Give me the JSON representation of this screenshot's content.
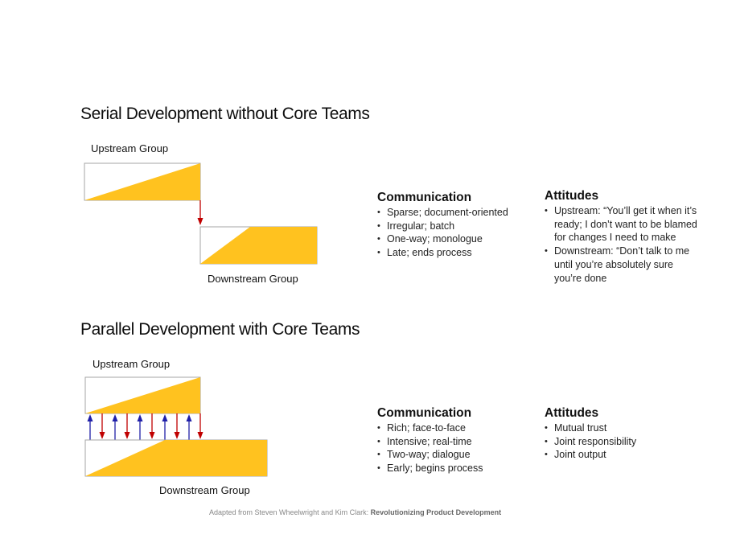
{
  "colors": {
    "fill": "#FFC21F",
    "border": "#A6A6A6",
    "arrow_down": "#C00000",
    "arrow_up": "#1F1FA8",
    "text": "#111111",
    "footer_text": "#888888"
  },
  "serial": {
    "title": "Serial Development without Core Teams",
    "upstream_label": "Upstream Group",
    "downstream_label": "Downstream Group",
    "communication": {
      "heading": "Communication",
      "items": [
        "Sparse; document-oriented",
        "Irregular; batch",
        "One-way; monologue",
        "Late; ends process"
      ]
    },
    "attitudes": {
      "heading": "Attitudes",
      "items": [
        "Upstream: “You’ll get it when it’s ready; I don’t want to be blamed for changes I need to make",
        "Downstream: “Don’t talk to me until you’re absolutely sure you’re done"
      ]
    }
  },
  "parallel": {
    "title": "Parallel Development with Core Teams",
    "upstream_label": "Upstream Group",
    "downstream_label": "Downstream Group",
    "arrows": {
      "up_count": 5,
      "down_count": 5
    },
    "communication": {
      "heading": "Communication",
      "items": [
        "Rich; face-to-face",
        "Intensive; real-time",
        "Two-way; dialogue",
        "Early; begins process"
      ]
    },
    "attitudes": {
      "heading": "Attitudes",
      "items": [
        "Mutual trust",
        "Joint responsibility",
        "Joint output"
      ]
    }
  },
  "footer": {
    "prefix": "Adapted from Steven Wheelwright and Kim Clark: ",
    "book_title": "Revolutionizing Product Development"
  }
}
